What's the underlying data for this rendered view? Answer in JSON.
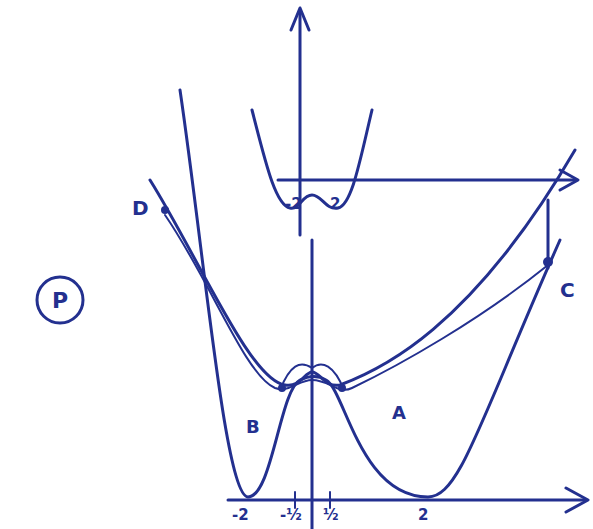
{
  "diagram": {
    "nodes": [
      {
        "text": [
          "P"
        ]
      }
    ],
    "labels": [
      "-2",
      "2",
      "D",
      "C",
      "B",
      "A",
      "-2",
      "-½",
      "½",
      "2"
    ]
  }
}
